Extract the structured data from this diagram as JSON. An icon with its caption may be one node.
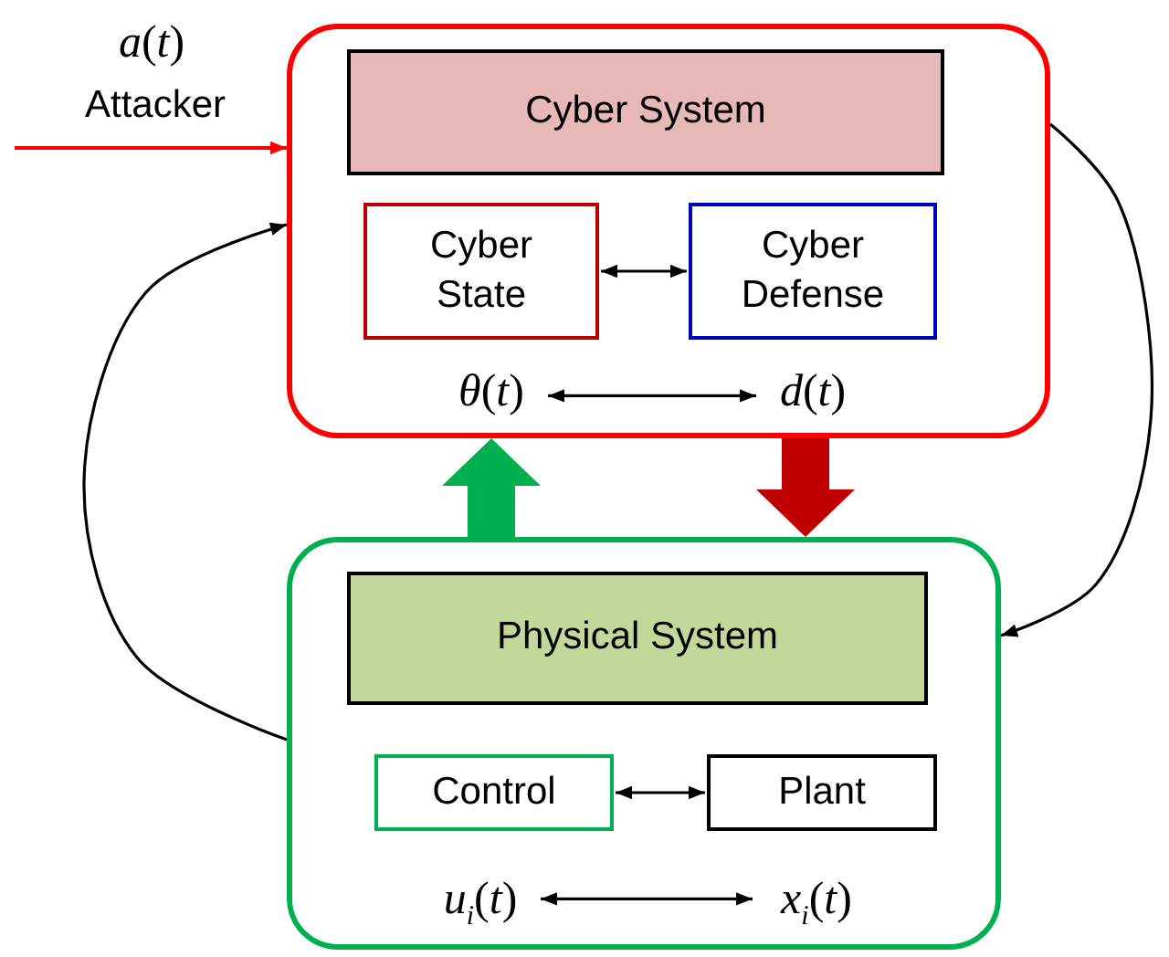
{
  "diagram": {
    "nodes": [
      {
        "text": [],
        "shape": "box"
      },
      {
        "text": [
          "Cyber System"
        ],
        "in": 0
      },
      {
        "text": [
          "Cyber State"
        ],
        "in": 0
      },
      {
        "text": [
          "Cyber Defense"
        ],
        "in": 0
      },
      {
        "text": [
          "*θ*(*t*)"
        ],
        "in": 0
      },
      {
        "text": [
          "*d*(*t*)"
        ],
        "in": 0
      },
      {
        "text": [],
        "shape": "box"
      },
      {
        "text": [
          "Physical System"
        ],
        "in": 6
      },
      {
        "text": [
          "Control"
        ],
        "in": 6
      },
      {
        "text": [
          "Plant"
        ],
        "in": 6
      },
      {
        "text": [
          "*u*$_{i}$(*t*)"
        ],
        "in": 6
      },
      {
        "text": [
          "*x*$_{i}$(*t*)"
        ],
        "in": 6
      }
    ],
    "edges": [
      {
        "from": null,
        "to": 0,
        "arrow": "to",
        "color": "#ff0000"
      },
      {
        "from": 2,
        "to": 3,
        "arrow": "both"
      },
      {
        "from": 4,
        "to": 5,
        "arrow": "both"
      },
      {
        "from": 6,
        "to": 0,
        "arrow": "to",
        "style": "thick",
        "color": "#00b050"
      },
      {
        "from": 0,
        "to": 6,
        "arrow": "to",
        "style": "thick",
        "color": "#c00000"
      },
      {
        "from": 6,
        "to": 0,
        "arrow": "to"
      },
      {
        "from": 0,
        "to": 6,
        "arrow": "to"
      },
      {
        "from": 8,
        "to": 9,
        "arrow": "both"
      },
      {
        "from": 10,
        "to": 11,
        "arrow": "both"
      }
    ],
    "labels": [
      "*a*(*t*)",
      "Attacker"
    ]
  }
}
